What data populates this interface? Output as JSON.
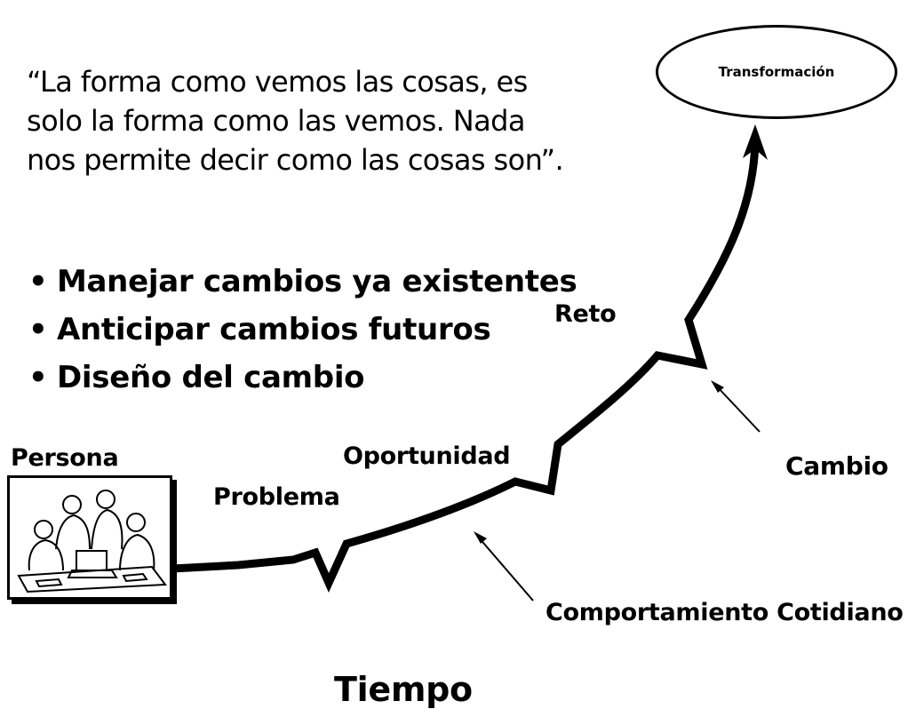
{
  "quote": {
    "lines": [
      "“La forma como vemos las cosas, es",
      "solo la forma como las vemos. Nada",
      "nos permite decir como las cosas son”."
    ]
  },
  "bullets": {
    "marker": "•",
    "items": [
      "Manejar cambios ya existentes",
      "Anticipar cambios futuros",
      "Diseño del cambio"
    ]
  },
  "labels": {
    "persona": "Persona",
    "problema": "Problema",
    "oportunidad": "Oportunidad",
    "reto": "Reto",
    "cambio": "Cambio",
    "comportamiento": "Comportamiento Cotidiano",
    "tiempo": "Tiempo",
    "transformacion": "Transformación"
  },
  "icons": {
    "people": "people-at-computer-illustration"
  }
}
